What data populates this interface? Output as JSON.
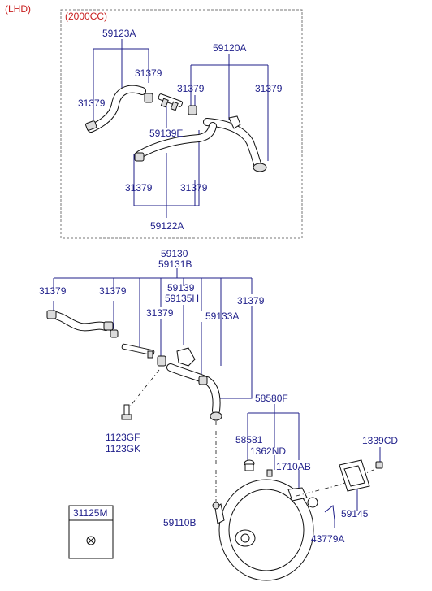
{
  "header": {
    "variant_tag": "(LHD)",
    "engine_tag": "(2000CC)"
  },
  "callouts": {
    "p59123A": "59123A",
    "p31379_a": "31379",
    "p31379_b": "31379",
    "p59120A": "59120A",
    "p31379_c": "31379",
    "p31379_d": "31379",
    "p59139E": "59139E",
    "p31379_e": "31379",
    "p31379_f": "31379",
    "p59122A": "59122A",
    "p59130": "59130",
    "p59131B": "59131B",
    "p31379_g": "31379",
    "p31379_h": "31379",
    "p59139": "59139",
    "p59135H": "59135H",
    "p31379_i": "31379",
    "p59133A": "59133A",
    "p31379_j": "31379",
    "p58580F": "58580F",
    "p1123GF": "1123GF",
    "p1123GK": "1123GK",
    "p58581": "58581",
    "p1362ND": "1362ND",
    "p1710AB": "1710AB",
    "p1339CD": "1339CD",
    "p59145": "59145",
    "p31125M": "31125M",
    "p59110B": "59110B",
    "p43779A": "43779A"
  }
}
